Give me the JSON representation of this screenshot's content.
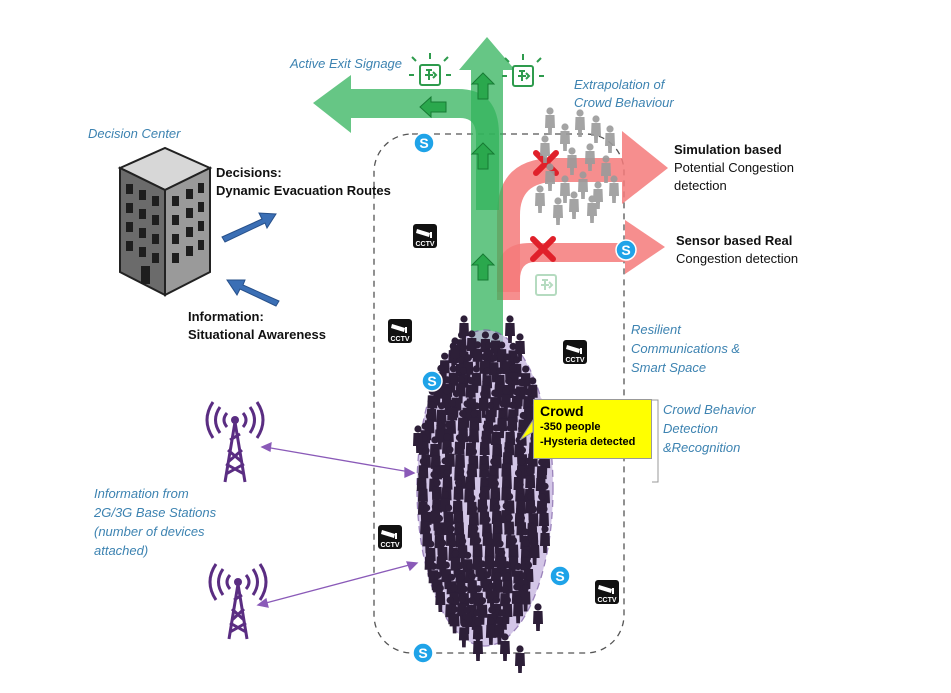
{
  "labels": {
    "active_exit_signage": "Active Exit Signage",
    "extrapolation_line1": "Extrapolation of",
    "extrapolation_line2": "Crowd Behaviour",
    "decision_center": "Decision Center",
    "decisions_line1": "Decisions:",
    "decisions_line2": "Dynamic Evacuation Routes",
    "information_line1": "Information:",
    "information_line2": "Situational Awareness",
    "simulation_line1": "Simulation based",
    "simulation_line2": "Potential Congestion",
    "simulation_line3": "detection",
    "sensor_line1": "Sensor based Real",
    "sensor_line2": "Congestion detection",
    "resilient": "Resilient\nCommunications &\nSmart Space",
    "crowd_behavior": "Crowd Behavior\nDetection\n&Recognition",
    "base_stations": "Information from\n2G/3G Base Stations\n(number of devices\nattached)"
  },
  "crowd_box": {
    "title": "Crowd",
    "line1": "-350 people",
    "line2": "-Hysteria detected"
  },
  "icons": {
    "cctv_text": "CCTV",
    "s_marker": "S"
  },
  "colors": {
    "green_arrow": "#33b35c",
    "red_arrow": "#f47a7a",
    "blue_arrow": "#3b6fb5",
    "crowd_ellipse": "#c5b3e0",
    "person": "#2d1f38",
    "antenna": "#5a2d82",
    "s_marker": "#1fa3e8",
    "label_blue": "#3d83b1",
    "crowd_box": "#ffff00"
  }
}
